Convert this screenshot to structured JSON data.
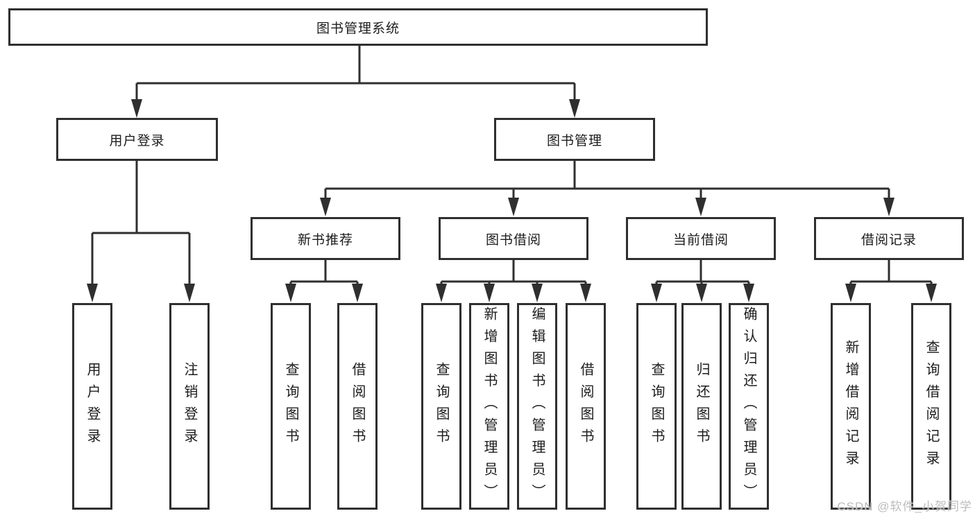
{
  "nodes": {
    "root": {
      "label": "图书管理系统"
    },
    "level2": [
      {
        "label": "用户登录"
      },
      {
        "label": "图书管理"
      }
    ],
    "level3": [
      {
        "label": "新书推荐"
      },
      {
        "label": "图书借阅"
      },
      {
        "label": "当前借阅"
      },
      {
        "label": "借阅记录"
      }
    ],
    "leaves": [
      {
        "label": "用户登录"
      },
      {
        "label": "注销登录"
      },
      {
        "label": "查询图书"
      },
      {
        "label": "借阅图书"
      },
      {
        "label": "查询图书"
      },
      {
        "label": "新增图书（管理员）"
      },
      {
        "label": "编辑图书（管理员）"
      },
      {
        "label": "借阅图书"
      },
      {
        "label": "查询图书"
      },
      {
        "label": "归还图书"
      },
      {
        "label": "确认归还（管理员）"
      },
      {
        "label": "新增借阅记录"
      },
      {
        "label": "查询借阅记录"
      }
    ]
  },
  "watermark": {
    "text": "CSDN @软件_小贺同学"
  },
  "colors": {
    "line": "#2f2f2f",
    "text": "#1c1c1c",
    "background": "#ffffff",
    "watermark": "#bcbcbc"
  }
}
